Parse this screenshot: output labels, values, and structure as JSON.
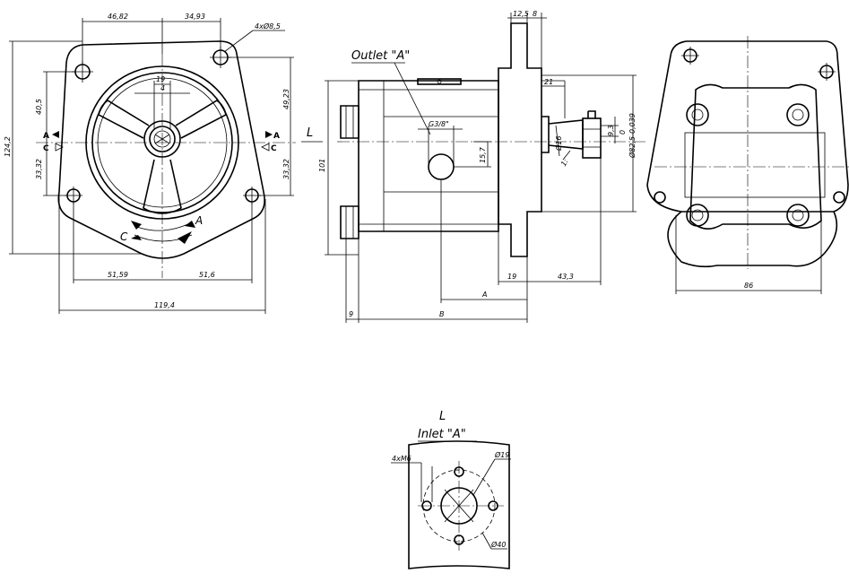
{
  "front_view": {
    "dim_top_left": "46,82",
    "dim_top_right": "34,93",
    "dim_holes": "4xØ8,5",
    "dim_total_height": "124,2",
    "dim_upper_left": "40,5",
    "dim_lower_left": "33,32",
    "dim_upper_right": "49,23",
    "dim_lower_right": "33,32",
    "dim_shaft_width": "19",
    "dim_key": "4",
    "dim_bottom_left": "51,59",
    "dim_bottom_right": "51,6",
    "dim_total_width": "119,4",
    "section_a": "A",
    "section_c": "C",
    "rot_a": "A",
    "rot_c": "C"
  },
  "side_view": {
    "outlet_label": "Outlet \"A\"",
    "thread": "G3/8\"",
    "dim_flange": "12,5",
    "dim_flange2": "8",
    "dim_shaft_len": "21",
    "dim_shaft_dia": "Ø16",
    "dim_key_h": "9,3",
    "dim_pilot": "Ø82,5-0,039",
    "dim_pilot_tol": "0",
    "dim_port_h": "15,7",
    "dim_height": "101",
    "dim_19": "19",
    "dim_43": "43,3",
    "dim_a": "A",
    "dim_9": "9",
    "dim_b": "B",
    "view_l": "L",
    "taper": "1:"
  },
  "back_view": {
    "dim_width": "86"
  },
  "inlet_view": {
    "view_l": "L",
    "inlet_label": "Inlet \"A\"",
    "dim_m6": "4xM6",
    "dim_19": "Ø19",
    "dim_40": "Ø40"
  }
}
